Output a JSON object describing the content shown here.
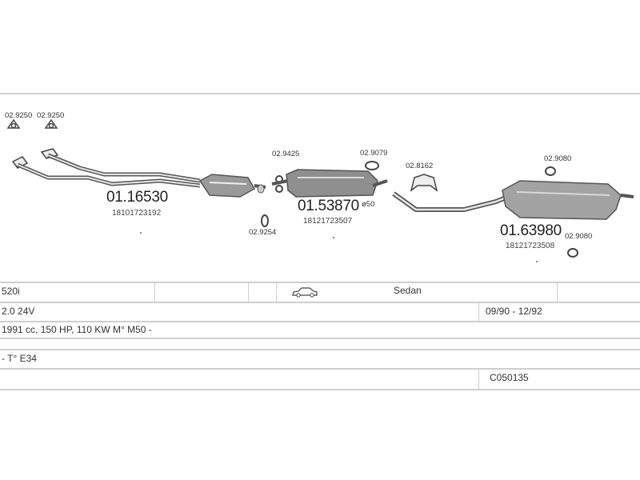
{
  "parts": {
    "p1": {
      "code": "02.9250"
    },
    "p2": {
      "code": "02.9250"
    },
    "p3": {
      "code": "02.9425"
    },
    "p4": {
      "code": "02.9079"
    },
    "p5": {
      "code": "02.8162"
    },
    "p6": {
      "code": "02.9080"
    },
    "p7": {
      "code": "02.9254"
    },
    "p8": {
      "code": "02.9080"
    },
    "front_pipe": {
      "code": "01.16530",
      "oem": "18101723192"
    },
    "center_silencer": {
      "code": "01.53870",
      "oem": "18121723507",
      "tag": "ø50"
    },
    "rear_silencer": {
      "code": "01.63980",
      "oem": "18121723508"
    }
  },
  "vehicle": {
    "model": "520i",
    "body": "Sedan",
    "engine": "2.0 24V",
    "years": "09/90 - 12/92",
    "spec": "1991 cc, 150 HP, 110 KW M° M50 -",
    "type": "- T° E34",
    "catalog_no": "C050135"
  },
  "icons": {
    "car": "sedan-car-icon"
  }
}
